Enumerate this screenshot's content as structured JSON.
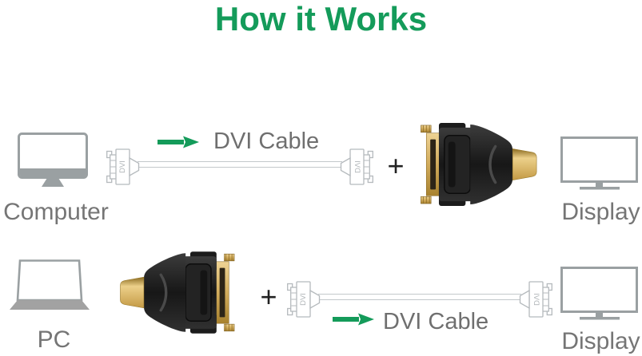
{
  "title": "How it Works",
  "colors": {
    "title_green": "#149b5a",
    "arrow_green": "#149b5a",
    "label_gray": "#757575",
    "icon_gray": "#9aa0a2",
    "cable_gray": "#c3c8cb",
    "adapter_black": "#1c1c1c",
    "adapter_gold": "#d2ac5c"
  },
  "rows": [
    {
      "source_label": "Computer",
      "cable_label": "DVI Cable",
      "plus": "+",
      "display_label": "Display",
      "connectors": {
        "left": "DVI",
        "right": "DVI"
      }
    },
    {
      "source_label": "PC",
      "cable_label": "DVI Cable",
      "plus": "+",
      "display_label": "Display",
      "connectors": {
        "left": "DVI",
        "right": "DVI"
      }
    }
  ]
}
